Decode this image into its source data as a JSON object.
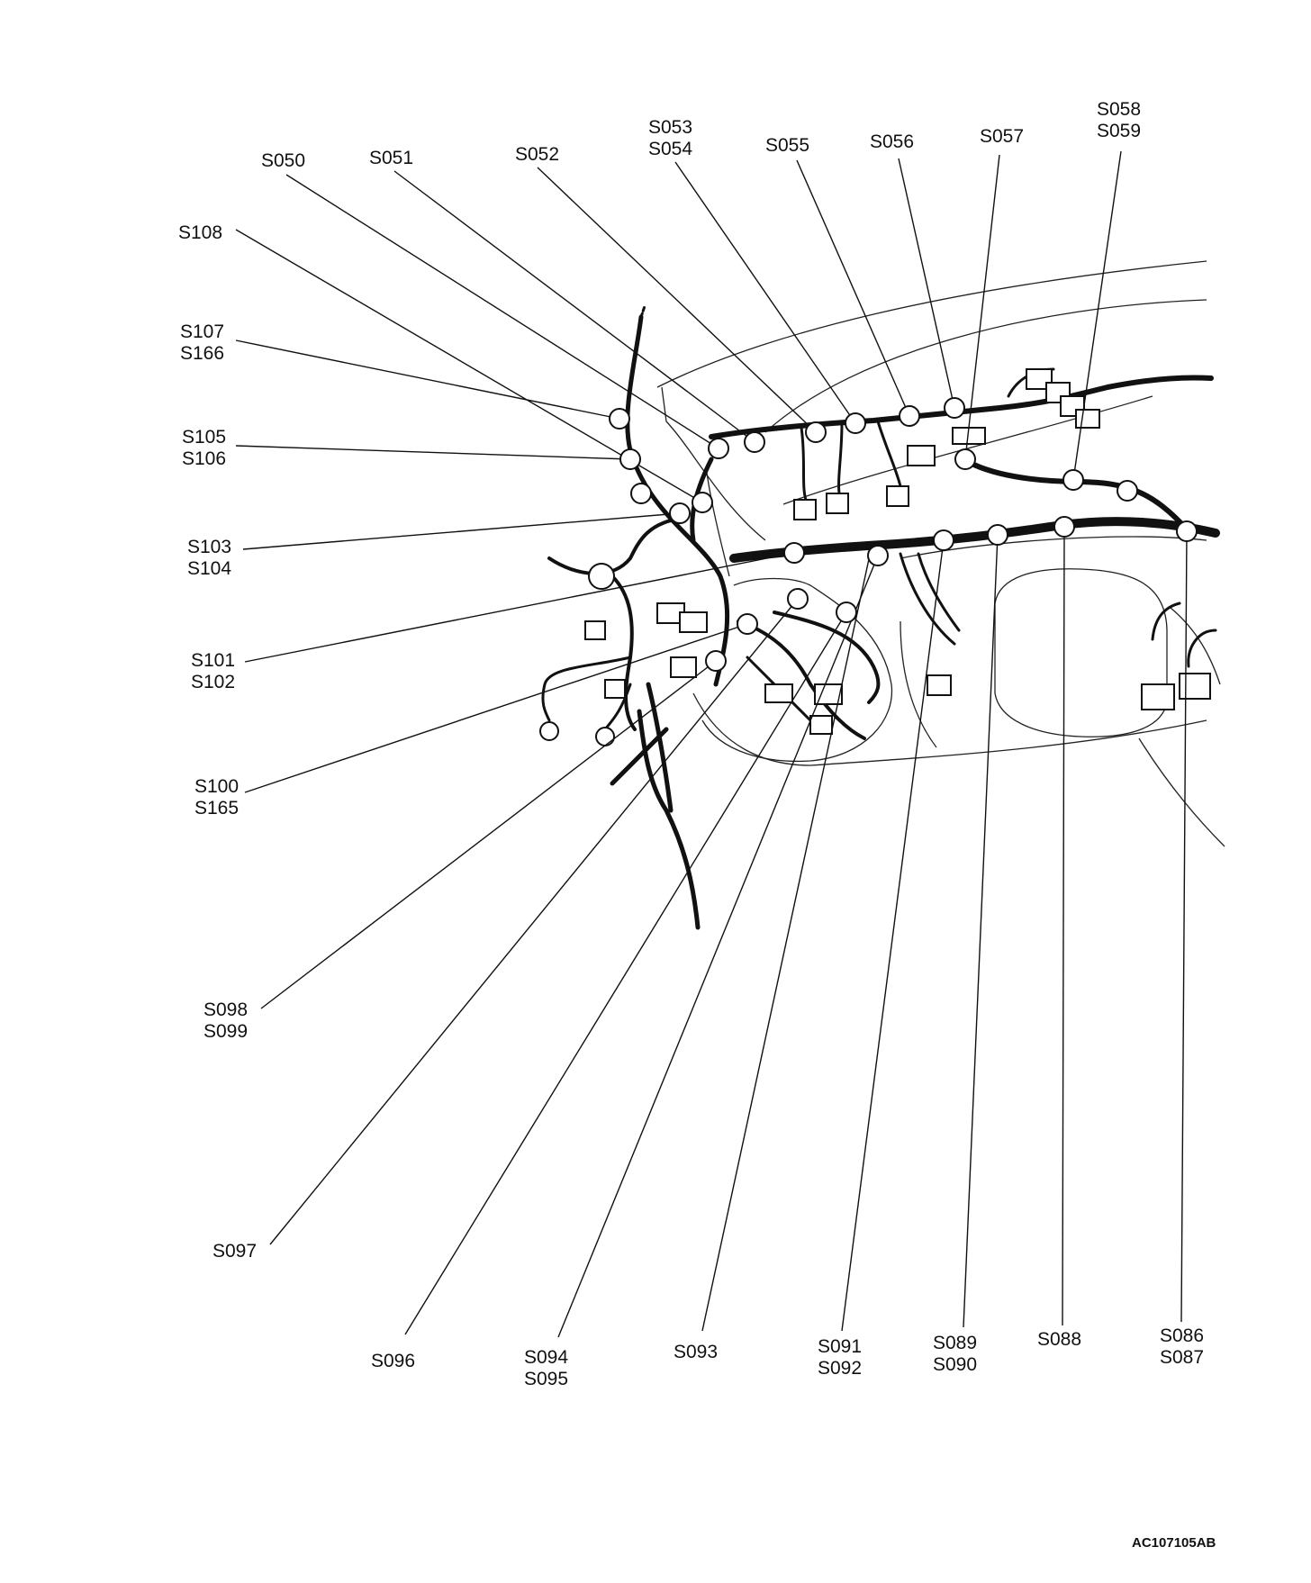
{
  "figure_id": "AC107105AB",
  "splice_labels": {
    "S050": "S050",
    "S051": "S051",
    "S052": "S052",
    "S053_S054": [
      "S053",
      "S054"
    ],
    "S055": "S055",
    "S056": "S056",
    "S057": "S057",
    "S058_S059": [
      "S058",
      "S059"
    ],
    "S108": "S108",
    "S107_S166": [
      "S107",
      "S166"
    ],
    "S105_S106": [
      "S105",
      "S106"
    ],
    "S103_S104": [
      "S103",
      "S104"
    ],
    "S101_S102": [
      "S101",
      "S102"
    ],
    "S100_S165": [
      "S100",
      "S165"
    ],
    "S098_S099": [
      "S098",
      "S099"
    ],
    "S097": "S097",
    "S096": "S096",
    "S094_S095": [
      "S094",
      "S095"
    ],
    "S093": "S093",
    "S091_S092": [
      "S091",
      "S092"
    ],
    "S089_S090": [
      "S089",
      "S090"
    ],
    "S088": "S088",
    "S086_S087": [
      "S086",
      "S087"
    ]
  }
}
